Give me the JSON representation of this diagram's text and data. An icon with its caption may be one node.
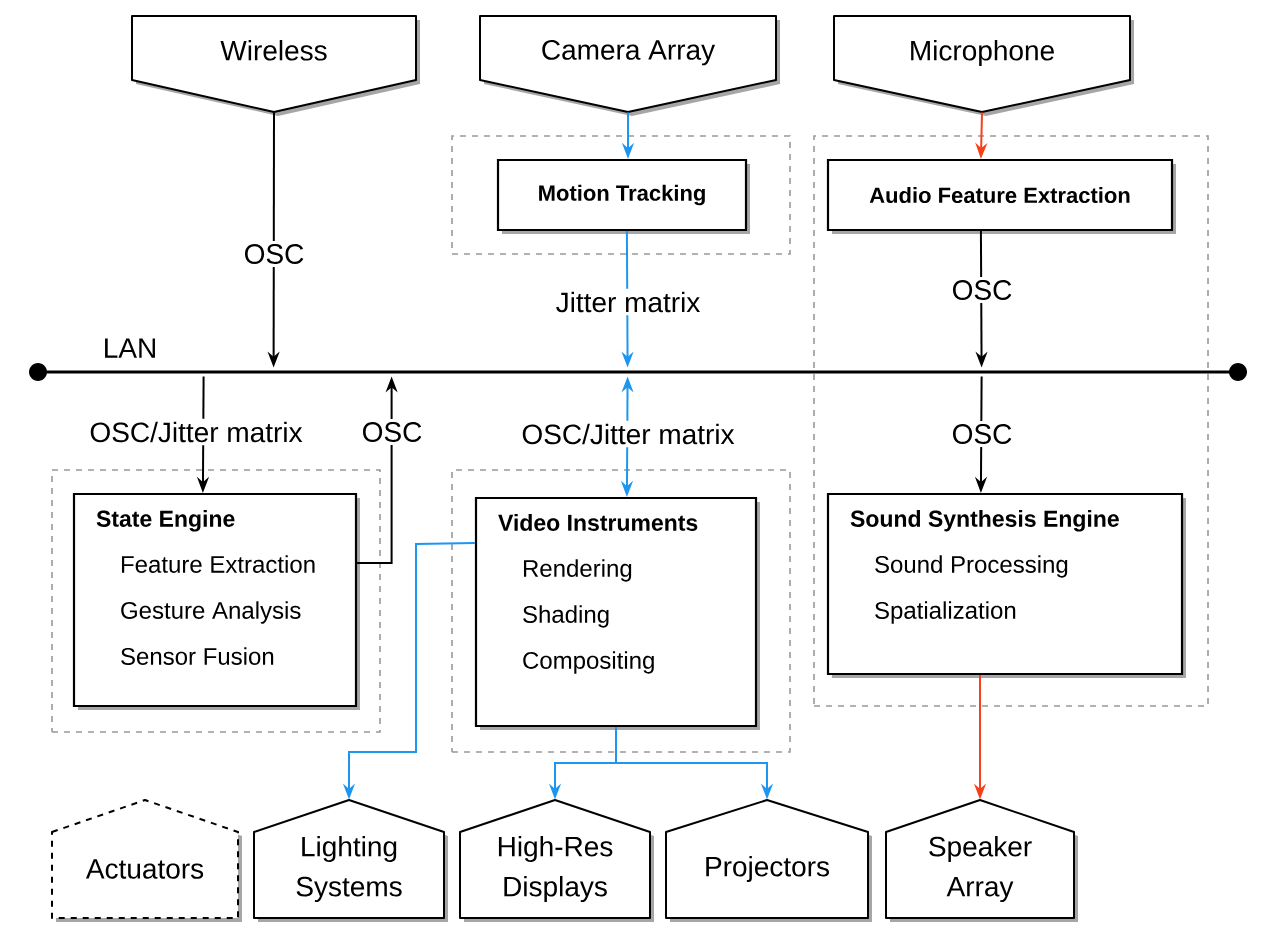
{
  "diagram": {
    "nodes": [
      {
        "text": [
          "Wireless"
        ]
      },
      {
        "text": [
          "Camera Array"
        ]
      },
      {
        "text": [
          "Microphone"
        ]
      },
      {
        "text": [
          "LAN"
        ]
      },
      {
        "text": [],
        "shape": "box"
      },
      {
        "text": [
          "Motion Tracking"
        ],
        "in": 4
      },
      {
        "text": [],
        "shape": "box"
      },
      {
        "text": [
          "Audio Feature Extraction"
        ],
        "in": 6
      },
      {
        "text": [
          "Sound Synthesis Engine",
          "Sound Processing",
          "Spatialization"
        ],
        "in": 6
      },
      {
        "text": [],
        "shape": "box"
      },
      {
        "text": [
          "State Engine",
          "Feature Extraction",
          "Gesture Analysis",
          "Sensor Fusion"
        ],
        "in": 9
      },
      {
        "text": [],
        "shape": "box"
      },
      {
        "text": [
          "Video Instruments",
          "Rendering",
          "Shading",
          "Compositing"
        ],
        "in": 11
      },
      {
        "text": [
          "Actuators"
        ]
      },
      {
        "text": [
          "Lighting Systems"
        ]
      },
      {
        "text": [
          "High-Res Displays"
        ]
      },
      {
        "text": [
          "Projectors"
        ]
      },
      {
        "text": [
          "Speaker Array"
        ]
      }
    ],
    "edges": [
      {
        "from": 0,
        "to": 3,
        "arrow": "to",
        "label": "OSC",
        "color": "#000000"
      },
      {
        "from": 1,
        "to": 5,
        "arrow": "to",
        "color": "#1e96f0"
      },
      {
        "from": 5,
        "to": 3,
        "arrow": "to",
        "label": "Jitter matrix",
        "color": "#1e96f0"
      },
      {
        "from": 2,
        "to": 7,
        "arrow": "to",
        "color": "#f5401a"
      },
      {
        "from": 7,
        "to": 3,
        "arrow": "to",
        "label": "OSC",
        "color": "#000000"
      },
      {
        "from": 3,
        "to": 10,
        "arrow": "to",
        "label": "OSC/Jitter matrix",
        "color": "#000000"
      },
      {
        "from": 10,
        "to": 3,
        "arrow": "to",
        "label": "OSC",
        "color": "#000000"
      },
      {
        "from": 3,
        "to": 12,
        "arrow": "both",
        "label": "OSC/Jitter matrix",
        "color": "#1e96f0"
      },
      {
        "from": 3,
        "to": 8,
        "arrow": "to",
        "label": "OSC",
        "color": "#000000"
      },
      {
        "from": 12,
        "to": 14,
        "arrow": "to",
        "color": "#1e96f0"
      },
      {
        "from": 12,
        "to": 15,
        "arrow": "to",
        "color": "#1e96f0"
      },
      {
        "from": 12,
        "to": 16,
        "arrow": "to",
        "color": "#1e96f0"
      },
      {
        "from": 8,
        "to": 17,
        "arrow": "to",
        "color": "#f5401a"
      }
    ]
  }
}
